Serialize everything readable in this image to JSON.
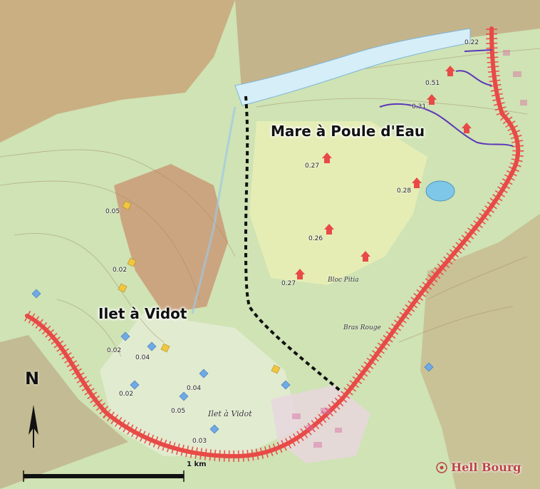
{
  "map": {
    "places": {
      "mare": "Mare à Poule d'Eau",
      "ilet": "Ilet à Vidot",
      "ilet_small": "Ilet à Vidot",
      "hell_bourg": "Hell Bourg",
      "bras_rouge": "Bras Rouge",
      "bloc_pitia": "Bloc Pitia"
    },
    "north_label": "N",
    "scale_label": "1 km",
    "values": {
      "v1": "0.22",
      "v2": "0.51",
      "v3": "0.31",
      "v4": "0.27",
      "v5": "0.28",
      "v6": "0.26",
      "v7": "0.27",
      "v8": "0.05",
      "v9": "0.02",
      "v10": "0.02",
      "v11": "0.04",
      "v12": "0.02",
      "v13": "0.04",
      "v14": "0.05",
      "v15": "0.03"
    },
    "colors": {
      "water": "#d6eef8",
      "route": "#e84a47",
      "path": "#111111",
      "purple": "#5a37b8",
      "yellow": "#f1c640",
      "blue": "#6fa9e6"
    }
  }
}
